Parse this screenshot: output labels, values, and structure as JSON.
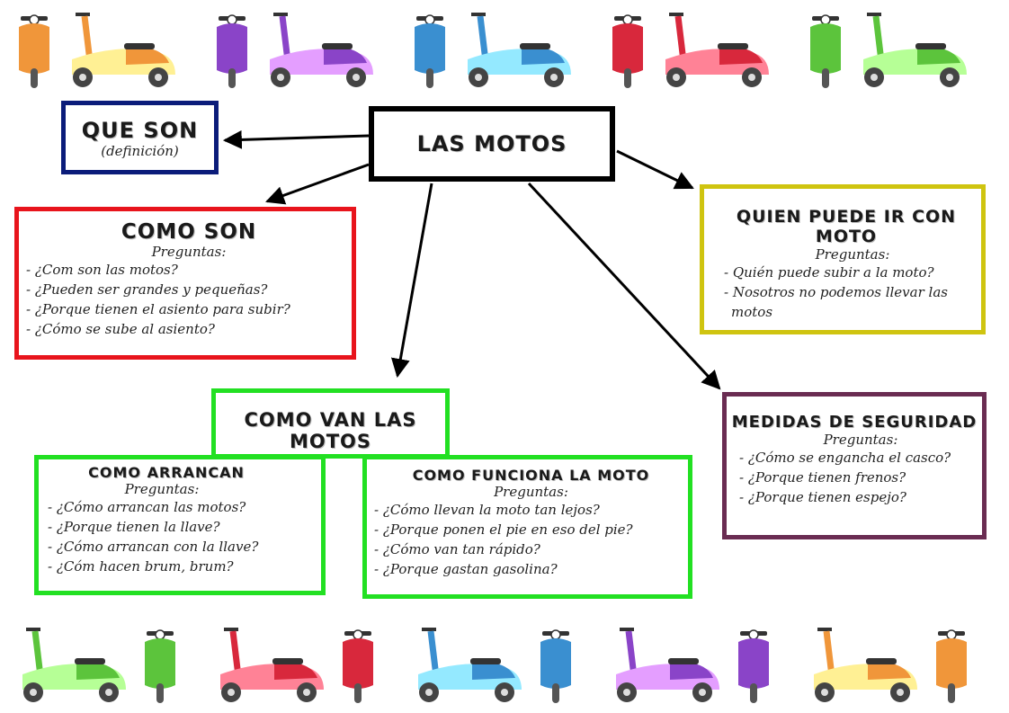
{
  "center": {
    "title": "LAS MOTOS"
  },
  "que_son": {
    "title": "QUE SON",
    "subtitle": "(definición)"
  },
  "como_son": {
    "title": "COMO SON",
    "subtitle": "Preguntas:",
    "questions": [
      "- ¿Com son las motos?",
      "- ¿Pueden ser grandes y pequeñas?",
      "- ¿Porque tienen el asiento para subir?",
      "- ¿Cómo se sube al asiento?"
    ]
  },
  "quien": {
    "title": "QUIEN PUEDE IR CON MOTO",
    "subtitle": "Preguntas:",
    "questions": [
      "- Quién puede subir a la moto?",
      "- Nosotros no podemos llevar las",
      "motos"
    ]
  },
  "como_van": {
    "title": "COMO VAN LAS MOTOS"
  },
  "arrancan": {
    "title": "COMO ARRANCAN",
    "subtitle": "Preguntas:",
    "questions": [
      "- ¿Cómo arrancan las motos?",
      "- ¿Porque tienen la llave?",
      "- ¿Cómo arrancan con la llave?",
      "- ¿Cóm hacen brum, brum?"
    ]
  },
  "funciona": {
    "title": "COMO FUNCIONA LA MOTO",
    "subtitle": "Preguntas:",
    "questions": [
      "- ¿Cómo llevan la moto tan lejos?",
      "- ¿Porque ponen el pie en eso del pie?",
      "- ¿Cómo van tan rápido?",
      "- ¿Porque gastan gasolina?"
    ]
  },
  "seguridad": {
    "title": "MEDIDAS DE SEGURIDAD",
    "subtitle": "Preguntas:",
    "questions": [
      "- ¿Cómo se engancha el casco?",
      "- ¿Porque tienen frenos?",
      "- ¿Porque tienen espejo?"
    ]
  },
  "colors": {
    "que_son": "#0b1c7a",
    "como_son": "#e8141c",
    "quien": "#cfc410",
    "como_van": "#22e022",
    "seguridad": "#6a2c52",
    "center": "#000000"
  },
  "scooter_colors_top": [
    "#f0963a",
    "#8a44c8",
    "#3a8fd0",
    "#d8283c",
    "#5cc43c"
  ],
  "scooter_colors_bottom": [
    "#5cc43c",
    "#d8283c",
    "#3a8fd0",
    "#8a44c8",
    "#f0963a"
  ]
}
